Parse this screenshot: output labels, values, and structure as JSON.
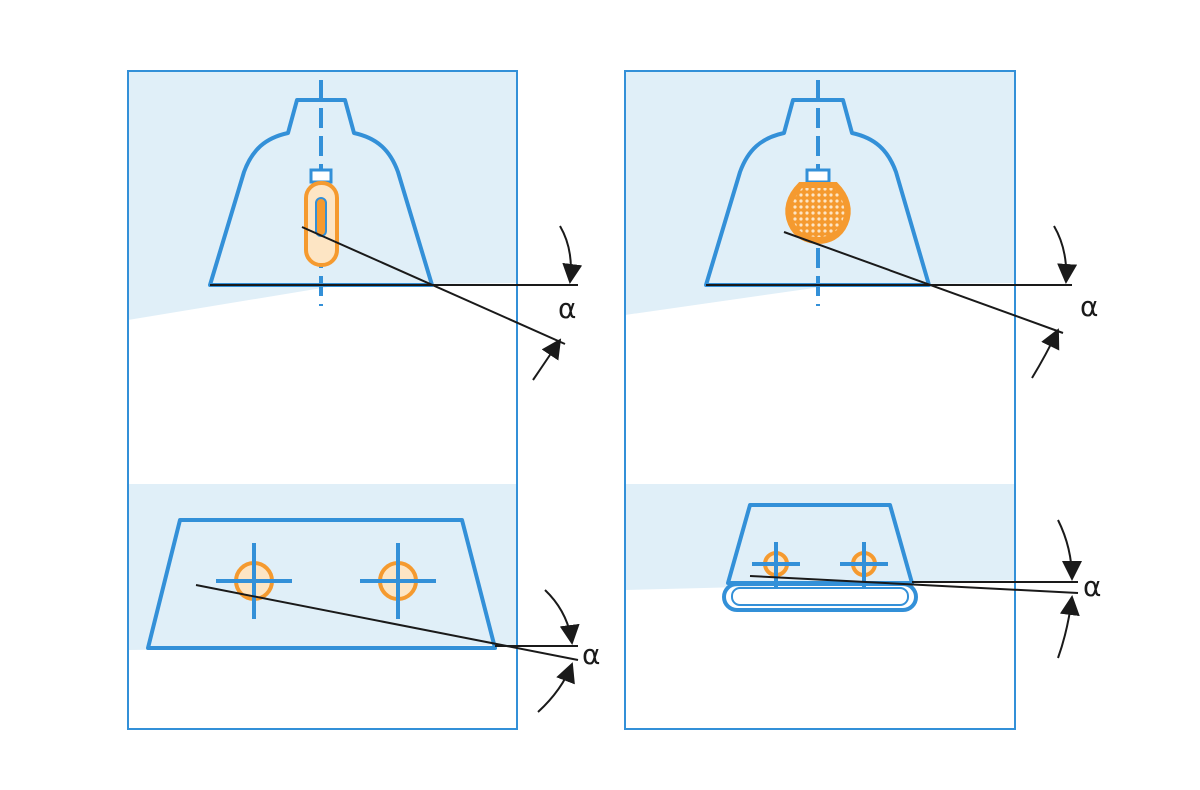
{
  "colors": {
    "stroke": "#3390d8",
    "lamp": "#f59a2f",
    "lamp_fill": "#fde5c4",
    "shade": "#e0eff8",
    "line": "#1a1a1a"
  },
  "panels": [
    {
      "id": "left",
      "top_view": {
        "lamp": "tubular-filament",
        "angle_label": "α"
      },
      "bottom_view": {
        "lamp": "twin-filament",
        "angle_label": "α"
      }
    },
    {
      "id": "right",
      "top_view": {
        "lamp": "bulb-filament",
        "angle_label": "α"
      },
      "bottom_view": {
        "lamp": "twin-small",
        "angle_label": "α"
      }
    }
  ]
}
